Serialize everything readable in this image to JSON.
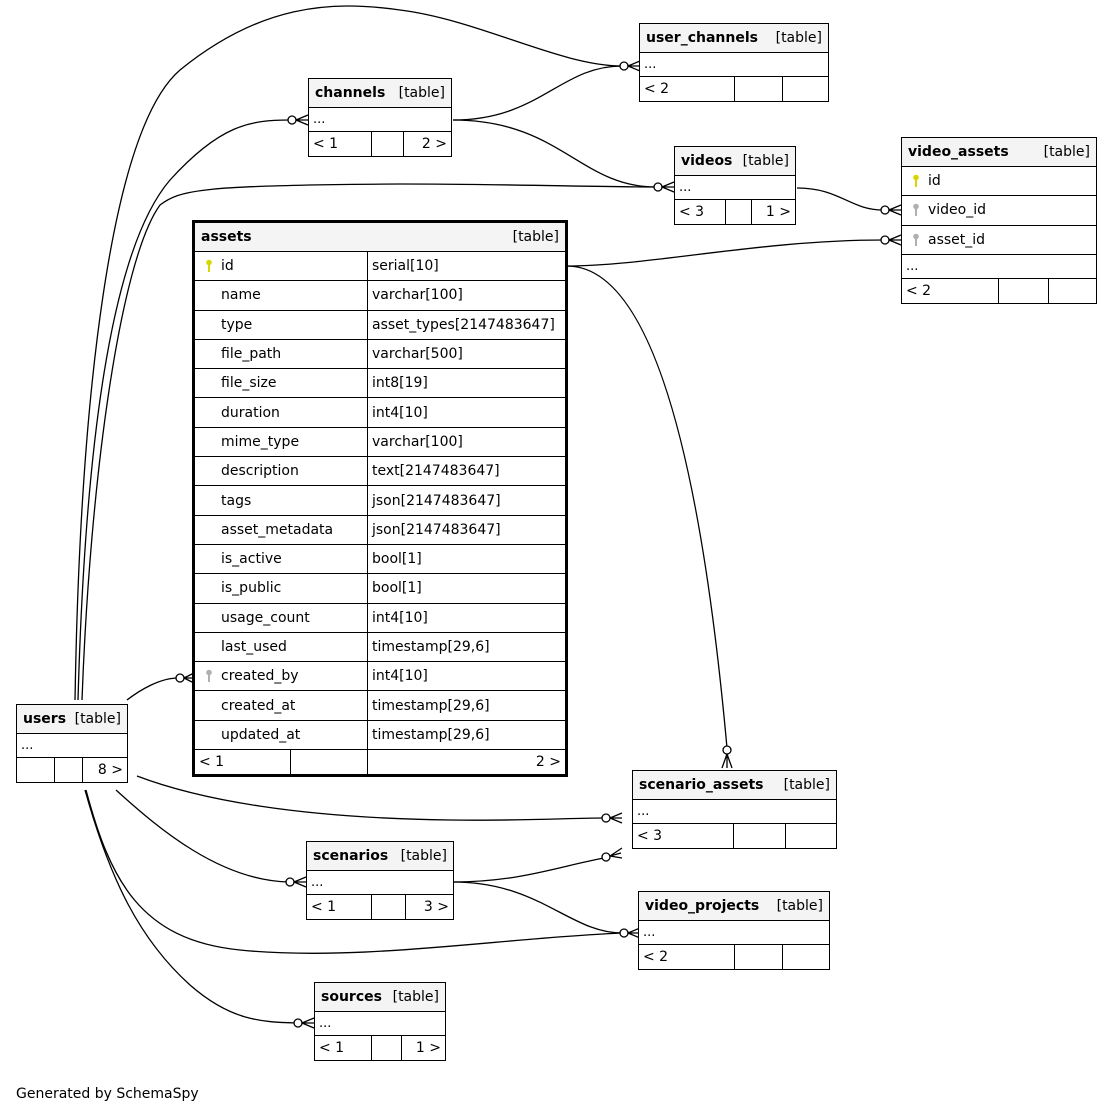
{
  "footer": {
    "generated_by": "Generated by SchemaSpy"
  },
  "tables": {
    "assets": {
      "name": "assets",
      "kind": "[table]",
      "columns": [
        {
          "name": "id",
          "type": "serial[10]",
          "key": "primary"
        },
        {
          "name": "name",
          "type": "varchar[100]"
        },
        {
          "name": "type",
          "type": "asset_types[2147483647]"
        },
        {
          "name": "file_path",
          "type": "varchar[500]"
        },
        {
          "name": "file_size",
          "type": "int8[19]"
        },
        {
          "name": "duration",
          "type": "int4[10]"
        },
        {
          "name": "mime_type",
          "type": "varchar[100]"
        },
        {
          "name": "description",
          "type": "text[2147483647]"
        },
        {
          "name": "tags",
          "type": "json[2147483647]"
        },
        {
          "name": "asset_metadata",
          "type": "json[2147483647]"
        },
        {
          "name": "is_active",
          "type": "bool[1]"
        },
        {
          "name": "is_public",
          "type": "bool[1]"
        },
        {
          "name": "usage_count",
          "type": "int4[10]"
        },
        {
          "name": "last_used",
          "type": "timestamp[29,6]"
        },
        {
          "name": "created_by",
          "type": "int4[10]",
          "key": "foreign"
        },
        {
          "name": "created_at",
          "type": "timestamp[29,6]"
        },
        {
          "name": "updated_at",
          "type": "timestamp[29,6]"
        }
      ],
      "parents": "< 1",
      "children": "2 >"
    },
    "users": {
      "name": "users",
      "kind": "[table]",
      "ellipsis": "...",
      "parents": "",
      "children": "8 >"
    },
    "channels": {
      "name": "channels",
      "kind": "[table]",
      "ellipsis": "...",
      "parents": "< 1",
      "children": "2 >"
    },
    "user_channels": {
      "name": "user_channels",
      "kind": "[table]",
      "ellipsis": "...",
      "parents": "< 2",
      "children": ""
    },
    "videos": {
      "name": "videos",
      "kind": "[table]",
      "ellipsis": "...",
      "parents": "< 3",
      "children": "1 >"
    },
    "video_assets": {
      "name": "video_assets",
      "kind": "[table]",
      "ellipsis": "...",
      "columns": [
        {
          "name": "id",
          "key": "primary"
        },
        {
          "name": "video_id",
          "key": "foreign"
        },
        {
          "name": "asset_id",
          "key": "foreign"
        }
      ],
      "parents": "< 2",
      "children": ""
    },
    "scenario_assets": {
      "name": "scenario_assets",
      "kind": "[table]",
      "ellipsis": "...",
      "parents": "< 3",
      "children": ""
    },
    "scenarios": {
      "name": "scenarios",
      "kind": "[table]",
      "ellipsis": "...",
      "parents": "< 1",
      "children": "3 >"
    },
    "video_projects": {
      "name": "video_projects",
      "kind": "[table]",
      "ellipsis": "...",
      "parents": "< 2",
      "children": ""
    },
    "sources": {
      "name": "sources",
      "kind": "[table]",
      "ellipsis": "...",
      "parents": "< 1",
      "children": "1 >"
    }
  },
  "relationships": [
    {
      "from": "users",
      "to": "user_channels"
    },
    {
      "from": "users",
      "to": "channels"
    },
    {
      "from": "users",
      "to": "videos"
    },
    {
      "from": "users",
      "to": "assets.created_by"
    },
    {
      "from": "users",
      "to": "scenario_assets"
    },
    {
      "from": "users",
      "to": "scenarios"
    },
    {
      "from": "users",
      "to": "video_projects"
    },
    {
      "from": "users",
      "to": "sources"
    },
    {
      "from": "channels",
      "to": "user_channels"
    },
    {
      "from": "channels",
      "to": "videos"
    },
    {
      "from": "videos",
      "to": "video_assets.video_id"
    },
    {
      "from": "assets.id",
      "to": "video_assets.asset_id"
    },
    {
      "from": "assets.id",
      "to": "scenario_assets"
    },
    {
      "from": "scenarios",
      "to": "scenario_assets"
    },
    {
      "from": "scenarios",
      "to": "video_projects"
    }
  ],
  "colors": {
    "primary_key": "#d6d600",
    "foreign_key": "#b0b0b0",
    "header_bg": "#f4f4f4"
  }
}
